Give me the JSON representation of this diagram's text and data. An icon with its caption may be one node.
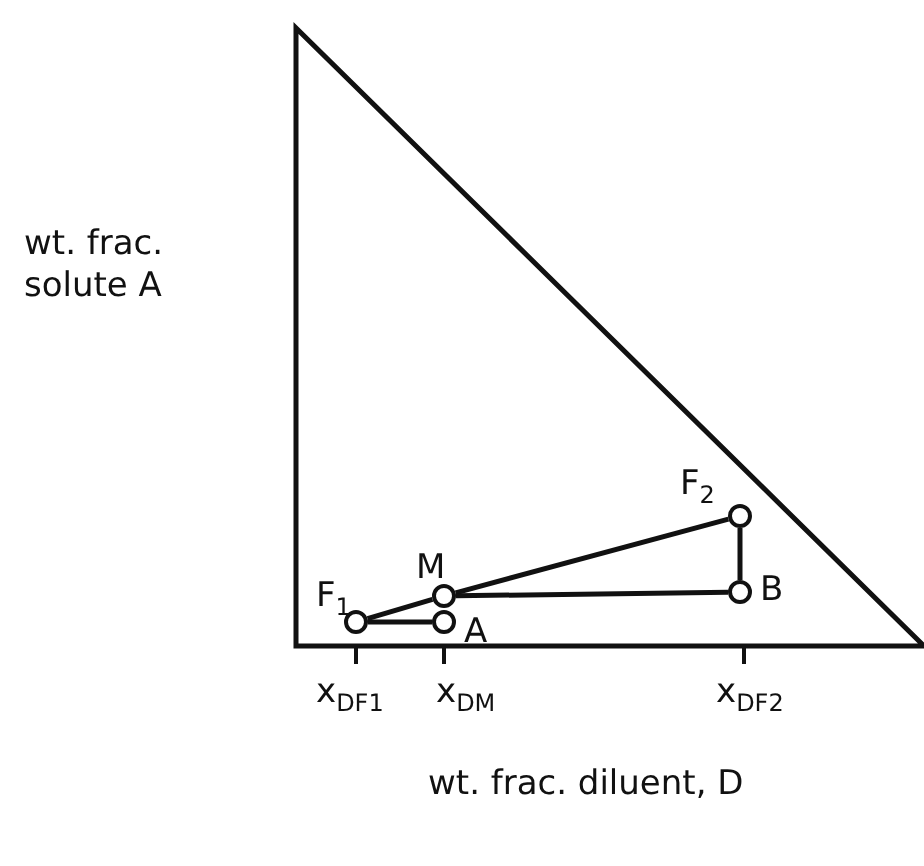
{
  "diagram": {
    "nodes": [
      {
        "text": [
          "F$_{1}$"
        ]
      },
      {
        "text": [
          "M"
        ]
      },
      {
        "text": [
          "A"
        ]
      },
      {
        "text": [
          "B"
        ]
      },
      {
        "text": [
          "F$_{2}$"
        ]
      }
    ],
    "edges": [
      {
        "from": 0,
        "to": 2,
        "arrow": "none"
      },
      {
        "from": 0,
        "to": 1,
        "arrow": "none"
      },
      {
        "from": 1,
        "to": 4,
        "arrow": "none"
      },
      {
        "from": 1,
        "to": 3,
        "arrow": "none"
      },
      {
        "from": 3,
        "to": 4,
        "arrow": "none"
      }
    ],
    "labels": [
      "wt. frac. solute A",
      "x$_{DF1}$",
      "x$_{DM}$",
      "x$_{DF2}$",
      "wt. frac. diluent, D"
    ]
  }
}
